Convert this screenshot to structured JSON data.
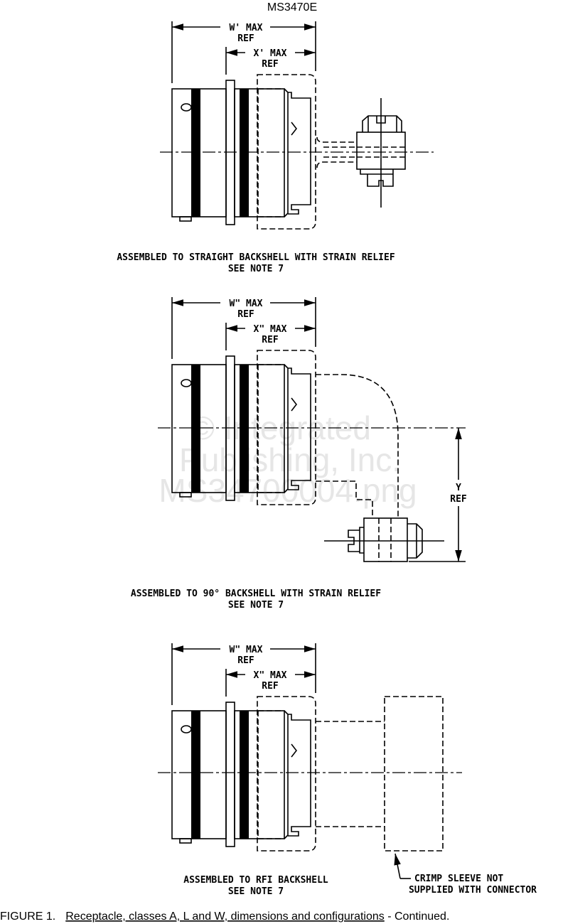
{
  "document": {
    "title": "MS3470E",
    "watermark": [
      "© Integrated",
      "Publishing, Inc.",
      "MS34700004.png"
    ],
    "views": [
      {
        "dim_outer": "W' MAX",
        "dim_outer_ref": "REF",
        "dim_inner": "X' MAX",
        "dim_inner_ref": "REF",
        "caption": "ASSEMBLED TO STRAIGHT BACKSHELL WITH STRAIN RELIEF",
        "note": "SEE NOTE 7"
      },
      {
        "dim_outer": "W\" MAX",
        "dim_outer_ref": "REF",
        "dim_inner": "X\" MAX",
        "dim_inner_ref": "REF",
        "dim_y": "Y",
        "dim_y_ref": "REF",
        "caption": "ASSEMBLED TO 90° BACKSHELL WITH STRAIN RELIEF",
        "note": "SEE NOTE 7"
      },
      {
        "dim_outer": "W\" MAX",
        "dim_outer_ref": "REF",
        "dim_inner": "X\" MAX",
        "dim_inner_ref": "REF",
        "caption": "ASSEMBLED TO RFI BACKSHELL",
        "note": "SEE NOTE 7",
        "callout_1": "CRIMP SLEEVE NOT",
        "callout_2": "SUPPLIED WITH CONNECTOR"
      }
    ],
    "figure_label": "FIGURE 1.",
    "figure_title": "Receptacle, classes A, L and W, dimensions and configurations",
    "figure_suffix": " - Continued."
  }
}
